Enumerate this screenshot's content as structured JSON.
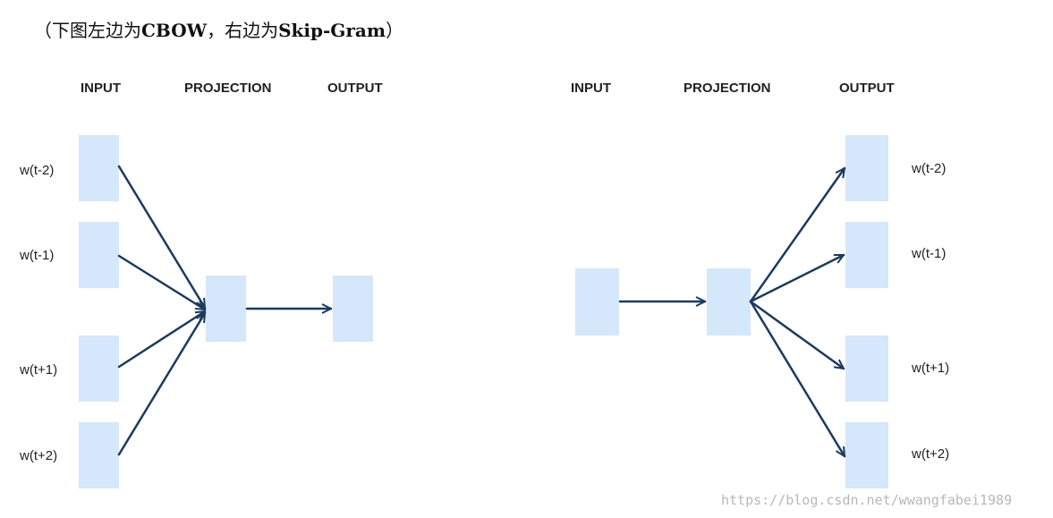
{
  "caption": {
    "open": "（下图左边为",
    "cbow": "CBOW",
    "mid": "，右边为",
    "skipgram": "Skip-Gram",
    "close": "）"
  },
  "cbow": {
    "headers": {
      "input": "INPUT",
      "projection": "PROJECTION",
      "output": "OUTPUT"
    },
    "input_labels": [
      "w(t-2)",
      "w(t-1)",
      "w(t+1)",
      "w(t+2)"
    ]
  },
  "skipgram": {
    "headers": {
      "input": "INPUT",
      "projection": "PROJECTION",
      "output": "OUTPUT"
    },
    "output_labels": [
      "w(t-2)",
      "w(t-1)",
      "w(t+1)",
      "w(t+2)"
    ]
  },
  "watermark": "https://blog.csdn.net/wwangfabei1989",
  "colors": {
    "box": "#d5e7fa",
    "arrow": "#1b3a5f"
  }
}
